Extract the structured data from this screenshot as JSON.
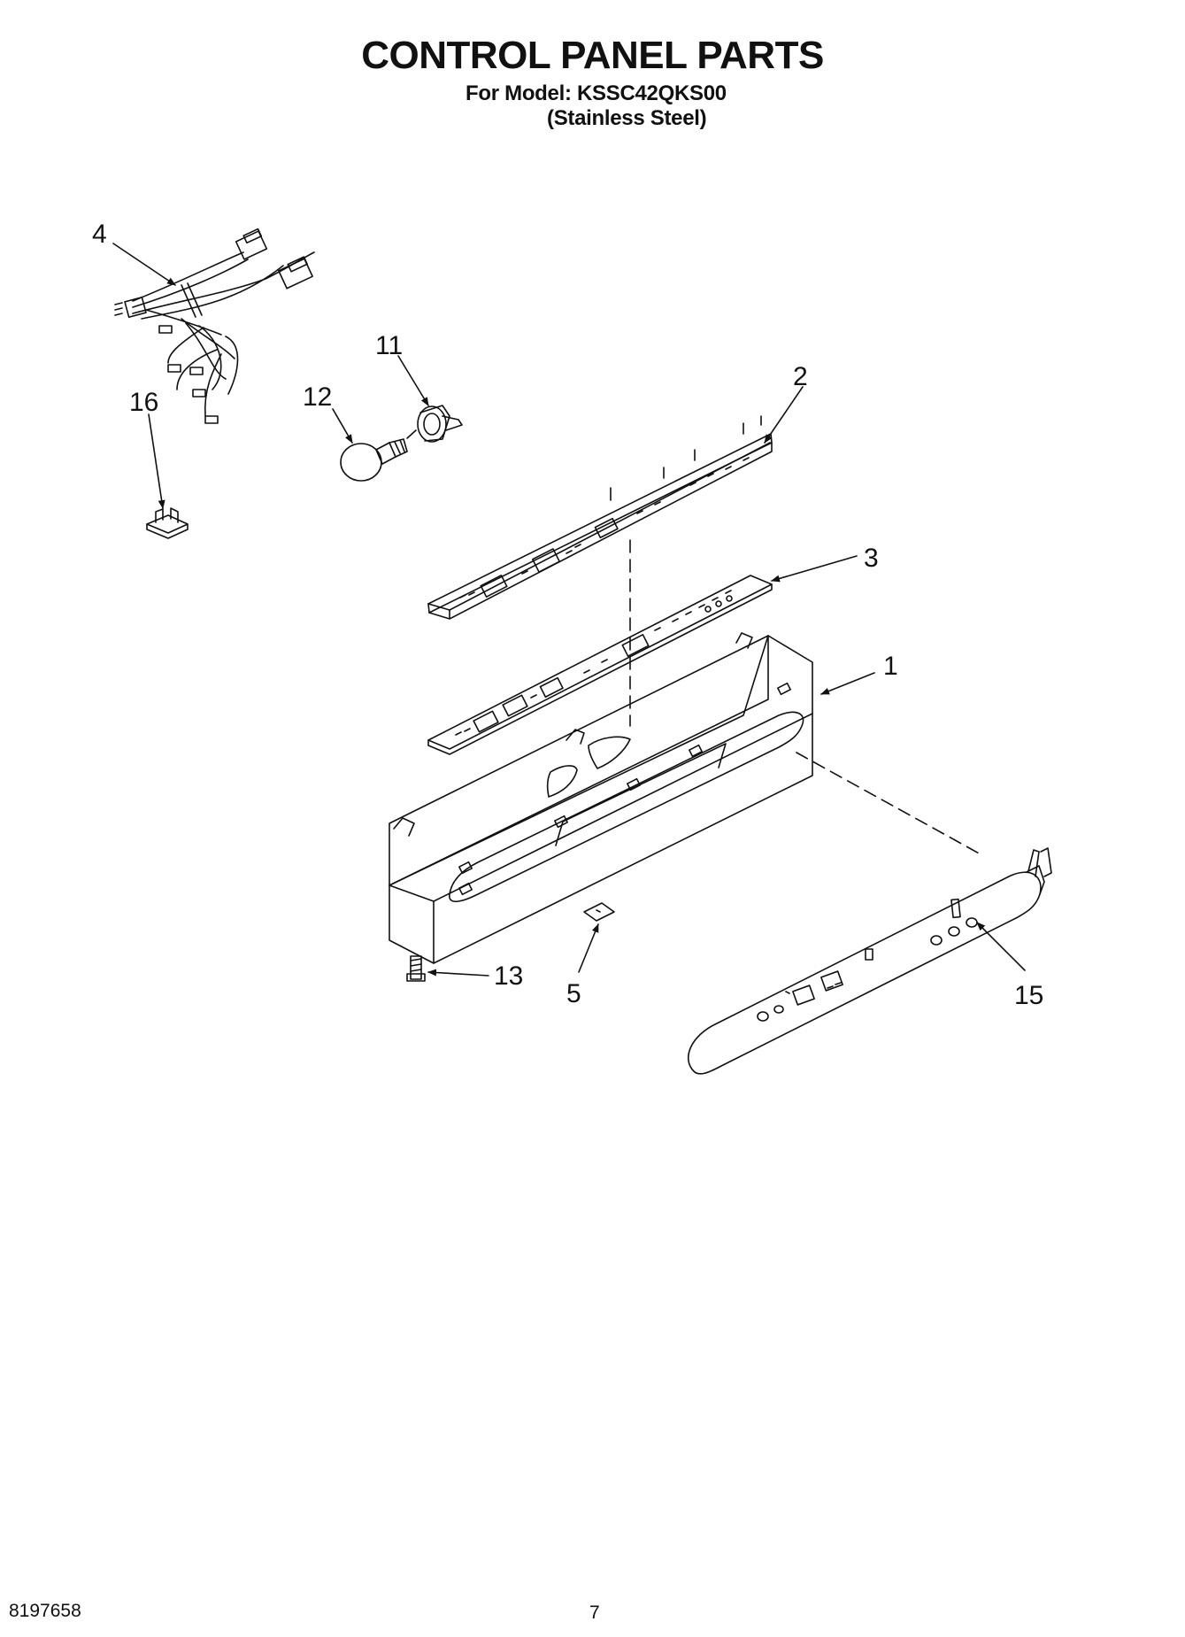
{
  "title": "CONTROL PANEL PARTS",
  "model_line": "For Model: KSSC42QKS00",
  "finish_line": "(Stainless Steel)",
  "callouts": {
    "c1": "1",
    "c2": "2",
    "c3": "3",
    "c4": "4",
    "c5": "5",
    "c11": "11",
    "c12": "12",
    "c13": "13",
    "c15": "15",
    "c16": "16"
  },
  "footer": {
    "doc_number": "8197658",
    "page_number": "7"
  },
  "colors": {
    "line": "#111111",
    "background": "#ffffff"
  }
}
